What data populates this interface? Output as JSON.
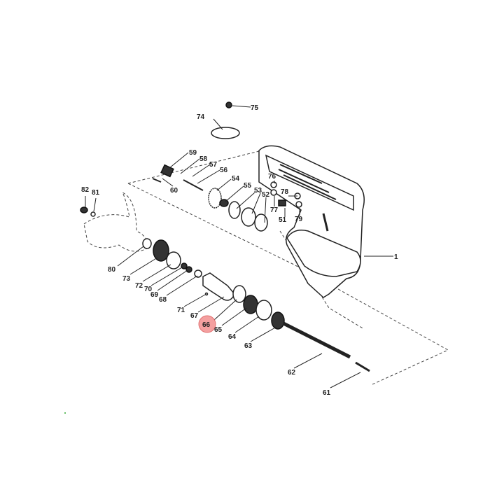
{
  "diagram": {
    "highlight_color": "#f4a0a0",
    "selected_part": "66",
    "parts": {
      "p1": "1",
      "p51": "51",
      "p52": "52",
      "p53": "53",
      "p54": "54",
      "p55": "55",
      "p56": "56",
      "p57": "57",
      "p58": "58",
      "p59": "59",
      "p60": "60",
      "p61": "61",
      "p62": "62",
      "p63": "63",
      "p64": "64",
      "p65": "65",
      "p66": "66",
      "p67": "67",
      "p68": "68",
      "p69": "69",
      "p70": "70",
      "p71": "71",
      "p72": "72",
      "p73": "73",
      "p74": "74",
      "p75": "75",
      "p76": "76",
      "p77": "77",
      "p78": "78",
      "p79": "79",
      "p80": "80",
      "p81": "81",
      "p82": "82"
    }
  }
}
